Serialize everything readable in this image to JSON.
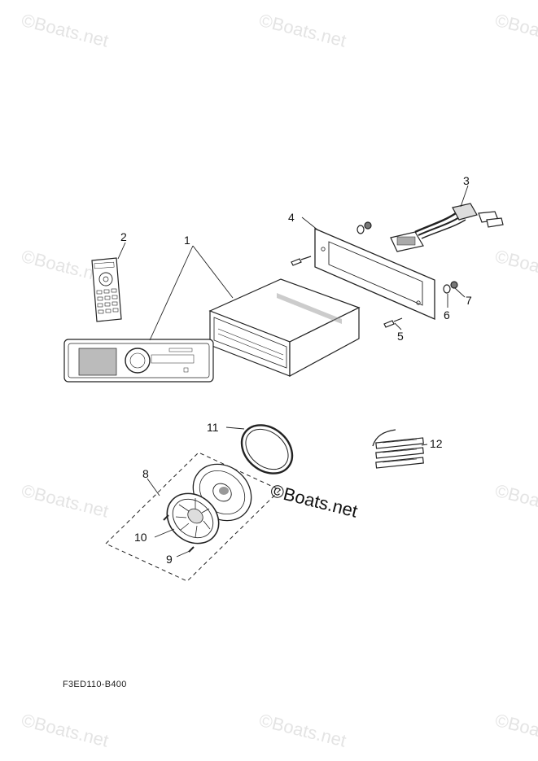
{
  "watermark": "©Boats.net",
  "brand_mark": "©Boats.net",
  "diagram_code": "F3ED110-B400",
  "callouts": [
    "1",
    "2",
    "3",
    "4",
    "5",
    "6",
    "7",
    "8",
    "9",
    "10",
    "11",
    "12"
  ],
  "colors": {
    "line": "#222222",
    "watermark": "#e4e4e4"
  }
}
